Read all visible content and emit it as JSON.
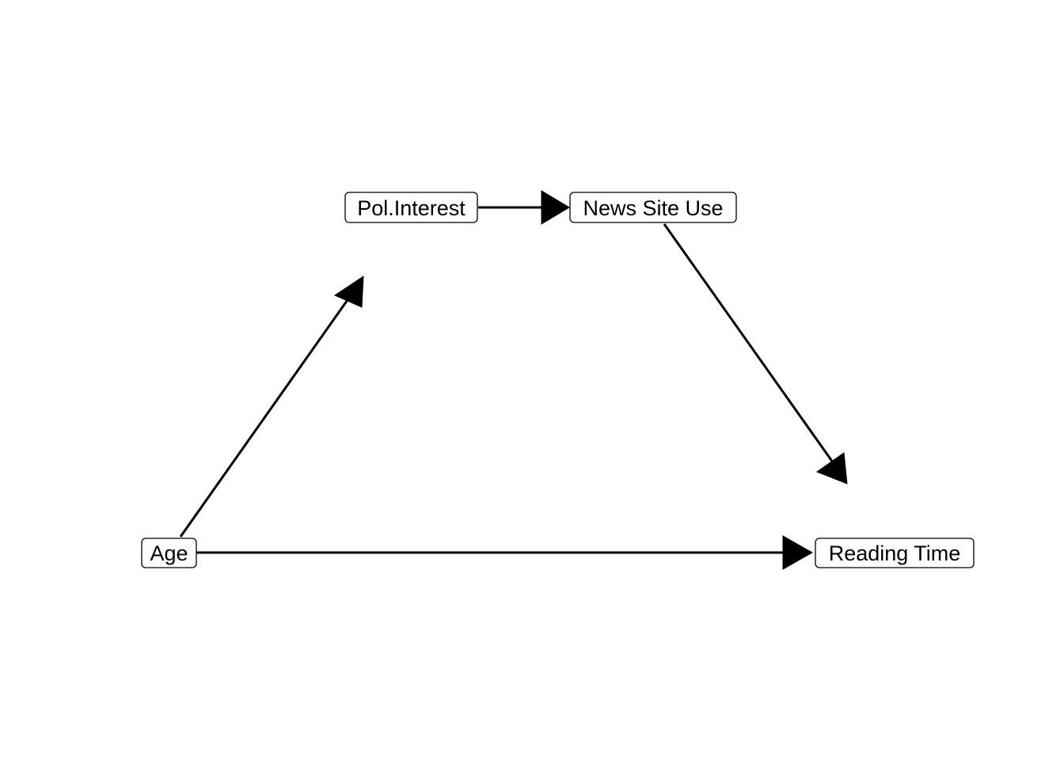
{
  "diagram": {
    "nodes": [
      {
        "id": "pol-interest",
        "label": "Pol.Interest"
      },
      {
        "id": "news-site-use",
        "label": "News Site Use"
      },
      {
        "id": "age",
        "label": "Age"
      },
      {
        "id": "reading-time",
        "label": "Reading Time"
      }
    ],
    "edges": [
      {
        "from": "pol-interest",
        "to": "news-site-use"
      },
      {
        "from": "news-site-use",
        "to": "reading-time"
      },
      {
        "from": "age",
        "to": "pol-interest"
      },
      {
        "from": "age",
        "to": "reading-time"
      }
    ],
    "colors": {
      "stroke": "#000000",
      "background": "#ffffff"
    }
  }
}
